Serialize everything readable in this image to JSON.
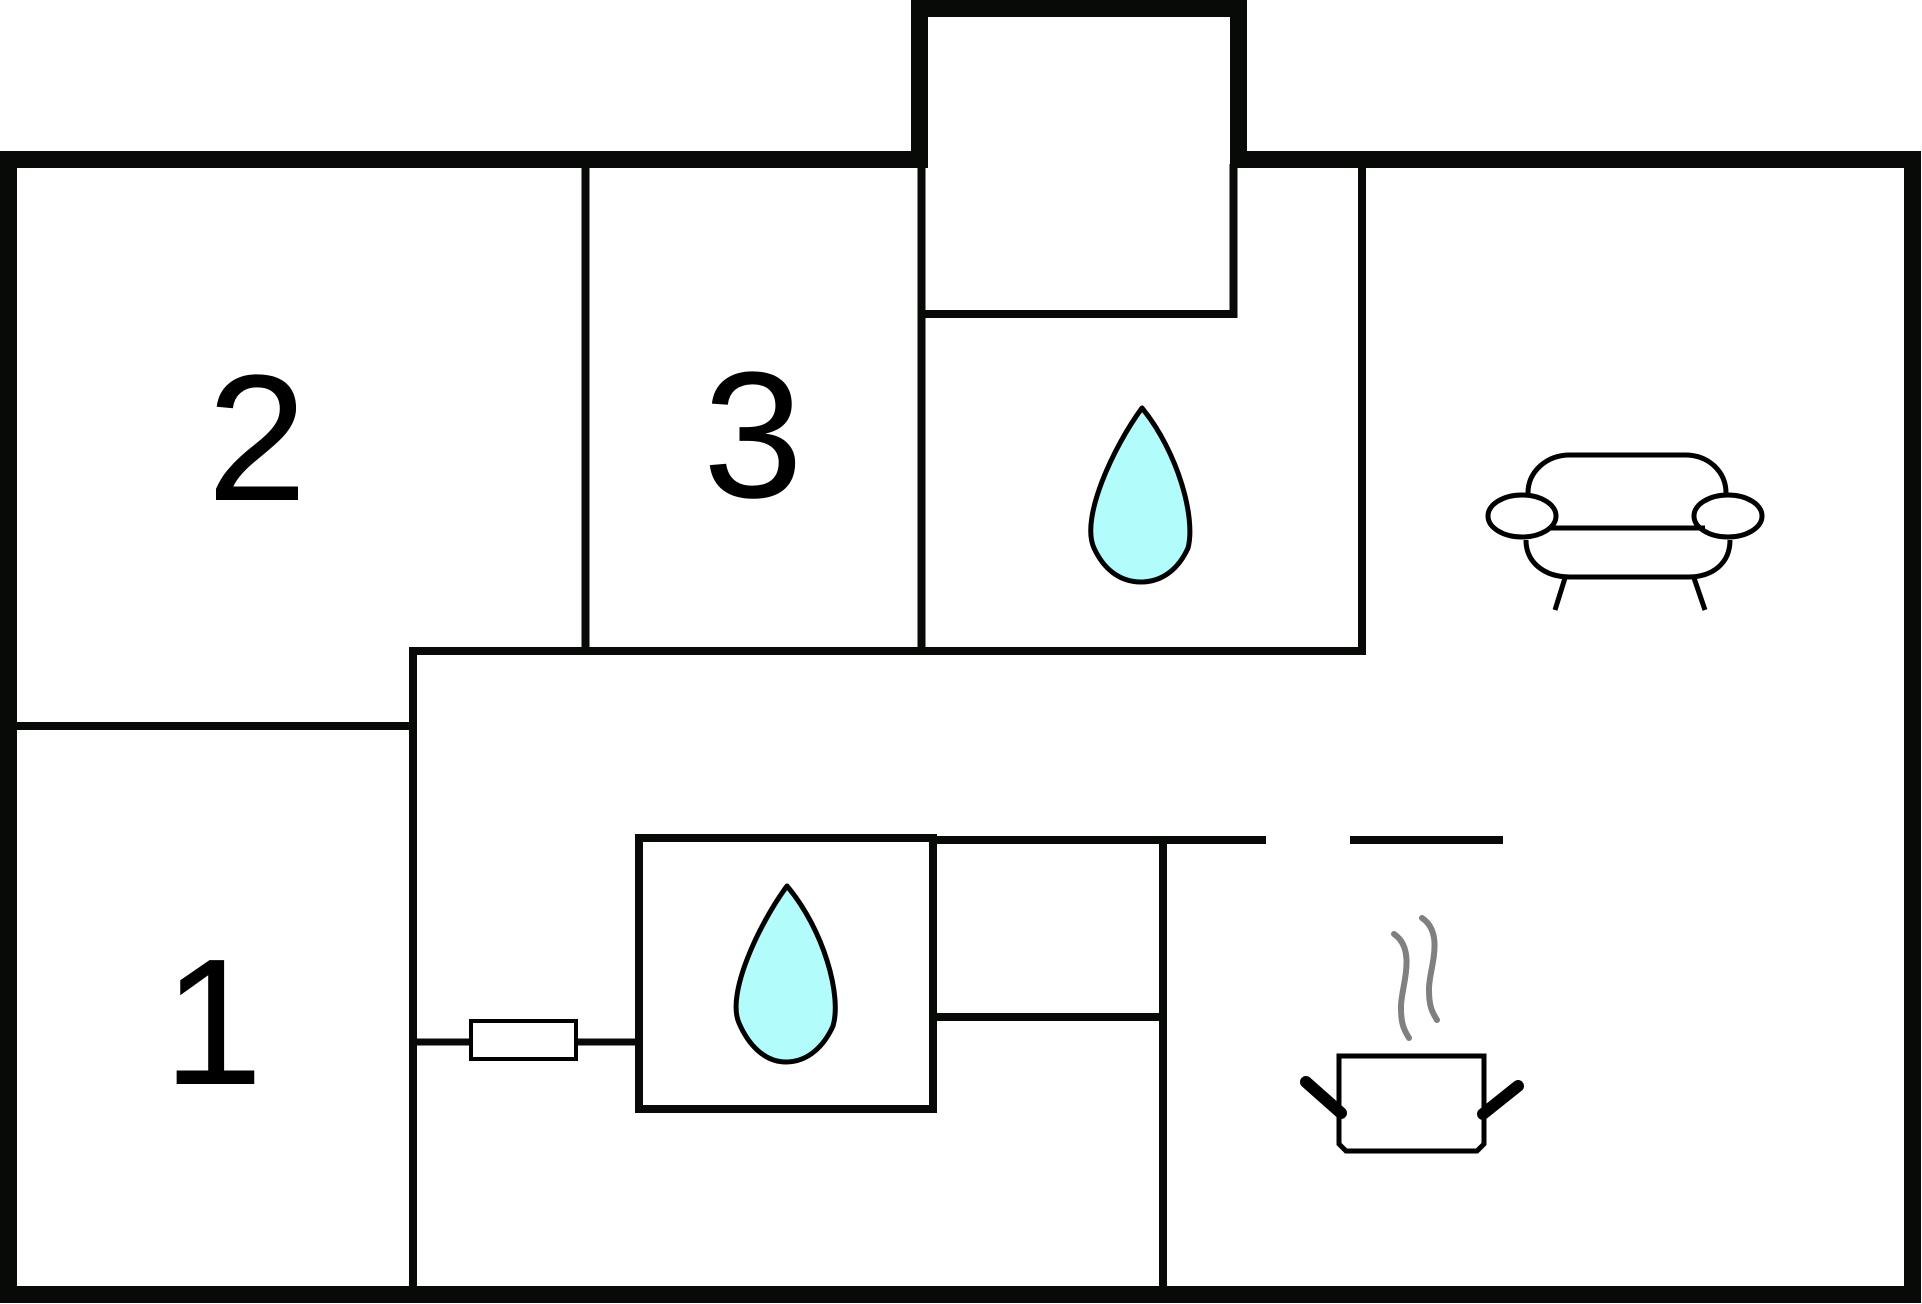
{
  "diagram": {
    "type": "floor-plan",
    "rooms": [
      {
        "id": "room-1",
        "label": "1"
      },
      {
        "id": "room-2",
        "label": "2"
      },
      {
        "id": "room-3",
        "label": "3"
      }
    ],
    "symbols": [
      {
        "name": "water-drop-icon",
        "room": "bathroom-upper"
      },
      {
        "name": "water-drop-icon",
        "room": "bathroom-lower"
      },
      {
        "name": "sofa-icon",
        "room": "living-room"
      },
      {
        "name": "cooking-pot-icon",
        "room": "kitchen"
      },
      {
        "name": "heater-icon",
        "room": "hallway"
      }
    ],
    "colors": {
      "wall": "#080a08",
      "water": "#b3fcfc",
      "steam": "#808080",
      "background": "#ffffff"
    }
  }
}
